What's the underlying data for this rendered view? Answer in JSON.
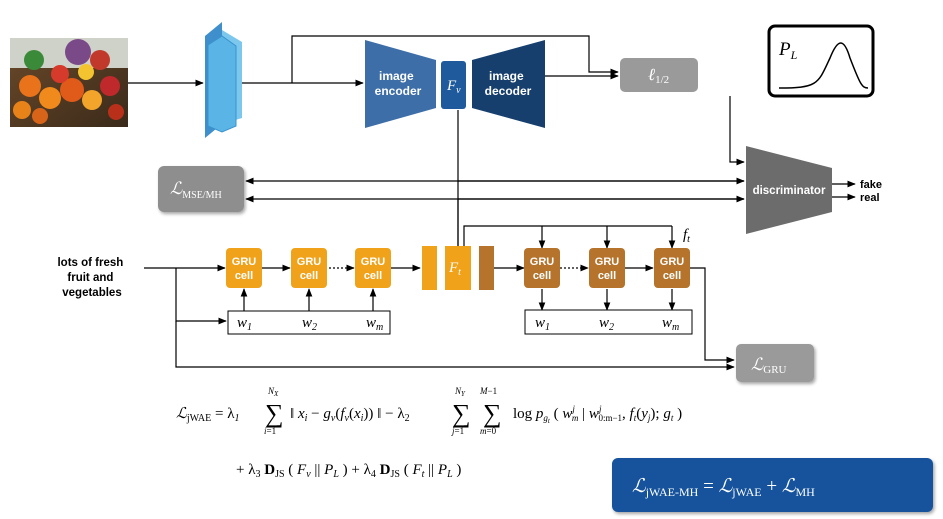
{
  "nodes": {
    "image_encoder": "image\nencoder",
    "image_decoder": "image\ndecoder",
    "latent": "F",
    "latent_sub": "v",
    "loss_l12": "ℓ",
    "loss_l12_sub": "1/2",
    "prior": "P",
    "prior_sub": "L",
    "discriminator": "discriminator",
    "disc_out_fake": "fake",
    "disc_out_real": "real",
    "loss_mse": "ℒ",
    "loss_mse_sub": "MSE/MH",
    "text_input": "lots of fresh\nfruit and\nvegetables",
    "gru_cell": "GRU\ncell",
    "text_latent": "F",
    "text_latent_sub": "t",
    "ft_label": "f",
    "ft_label_sub": "t",
    "loss_gru": "ℒ",
    "loss_gru_sub": "GRU"
  },
  "input_words": [
    "w",
    "w",
    "w"
  ],
  "input_word_subs": [
    "1",
    "2",
    "m"
  ],
  "output_words": [
    "w",
    "w",
    "w"
  ],
  "output_word_subs": [
    "1",
    "2",
    "m"
  ],
  "equations": {
    "line1": "ℒjWAE = λ1 Σi=1..NX ‖xi − gv(fv(xi))‖ − λ2 Σj=1..NY Σm=0..M−1 log pgt ( wmj | w0:m−1j , ft(yj); gt )",
    "line2": "+ λ3 DJS ( Fv || PL ) + λ4 DJS ( Ft || PL )",
    "box": "ℒjWAE-MH = ℒjWAE + ℒMH"
  },
  "colors": {
    "encoder": "#3d6ea8",
    "decoder": "#163f6e",
    "latent_v": "#1f5a9c",
    "cnn": "#5ab4e6",
    "gru_in": "#f0a21a",
    "gru_out": "#b5732b",
    "loss": "#9a9a9a",
    "disc": "#6c6c6c",
    "eqbox": "#13539c"
  }
}
